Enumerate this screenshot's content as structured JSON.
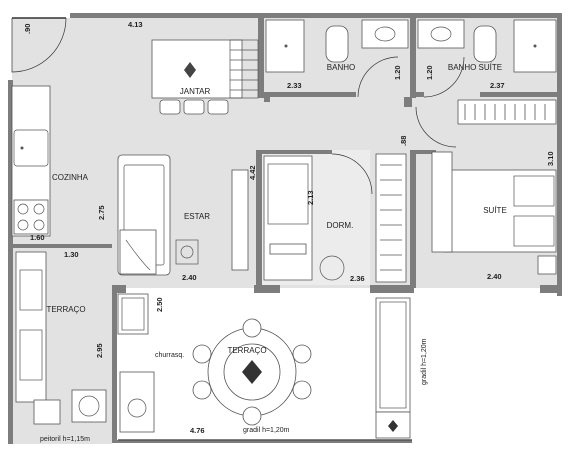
{
  "rooms": {
    "jantar": "JANTAR",
    "banho": "BANHO",
    "banho_suite": "BANHO SUÍTE",
    "cozinha": "COZINHA",
    "estar": "ESTAR",
    "dorm": "DORM.",
    "suite": "SUÍTE",
    "terraco_servico": "TERRAÇO",
    "terraco": "TERRAÇO"
  },
  "dimensions": {
    "d_090": ".90",
    "d_413": "4.13",
    "d_233": "2.33",
    "d_120a": "1.20",
    "d_120b": "1.20",
    "d_237": "2.37",
    "d_088": ".88",
    "d_310": "3.10",
    "d_442": "4.42",
    "d_213": "2.13",
    "d_275": "2.75",
    "d_160": "1.60",
    "d_130": "1.30",
    "d_240a": "2.40",
    "d_236": "2.36",
    "d_240b": "2.40",
    "d_250": "2.50",
    "d_295": "2.95",
    "d_476": "4.76"
  },
  "notes": {
    "churrasq": "churrasq.",
    "gradil_bottom": "gradil h=1,20m",
    "gradil_right": "gradil h=1,20m",
    "peitoril": "peitoril h=1,15m"
  },
  "colors": {
    "wall": "#7d7d7d",
    "floor": "#e2e2e2",
    "terrace": "#ffffff"
  }
}
